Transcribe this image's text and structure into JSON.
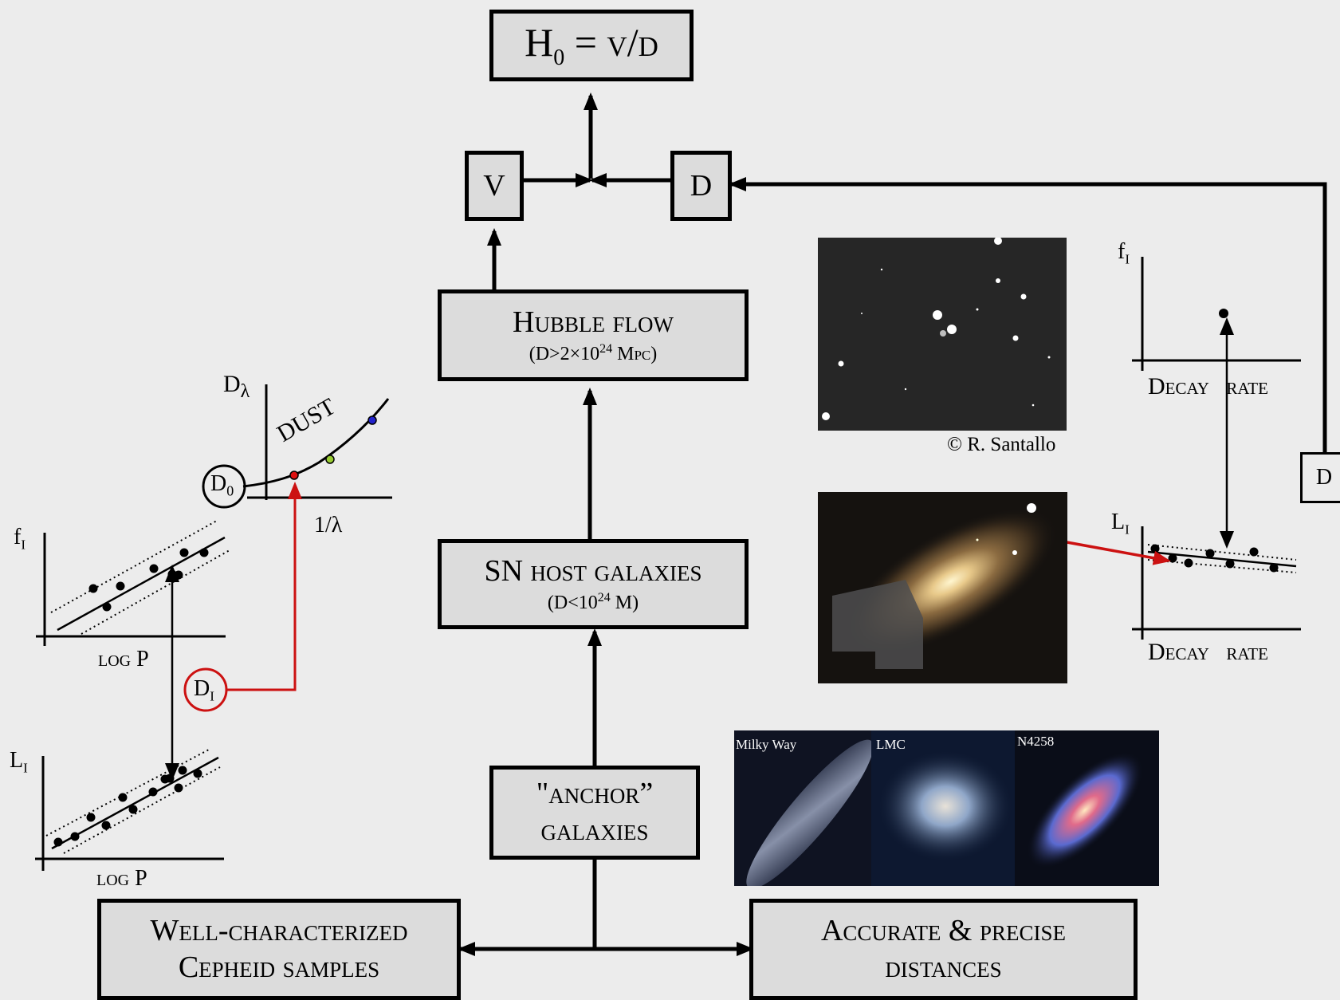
{
  "boxes": {
    "h0": {
      "base": "H",
      "sub": "0",
      "rest": " = v/d"
    },
    "v": "V",
    "d": "D",
    "d_small": "D",
    "hubble": {
      "title": "Hubble flow",
      "sub_pre": "(D>2×10",
      "sub_sup": "24",
      "sub_post": " Mpc)"
    },
    "sn": {
      "title": "SN host galaxies",
      "sub_pre": "(D<10",
      "sub_sup": "24",
      "sub_post": " M)"
    },
    "anchor": {
      "line1": "\"anchor”",
      "line2": "galaxies"
    },
    "cepheid": {
      "line1": "Well-characterized",
      "line2": "Cepheid samples"
    },
    "distances": {
      "line1": "Accurate & precise",
      "line2": "distances"
    }
  },
  "labels": {
    "d_lambda": {
      "base": "D",
      "sub": "λ"
    },
    "dust": "DUST",
    "inv_lambda": "1/λ",
    "d0": {
      "base": "D",
      "sub": "0"
    },
    "fi_left": {
      "base": "f",
      "sub": "I"
    },
    "logp_1": "log P",
    "di": {
      "base": "D",
      "sub": "I"
    },
    "li_left": {
      "base": "L",
      "sub": "I"
    },
    "logp_2": "log P",
    "fi_right": {
      "base": "f",
      "sub": "I"
    },
    "decay_rate_1": "Decay rate",
    "li_right": {
      "base": "L",
      "sub": "I"
    },
    "decay_rate_2": "Decay rate",
    "credit": "© R. Santallo"
  },
  "photos": {
    "anchors": [
      "Milky Way",
      "LMC",
      "N4258"
    ]
  },
  "colors": {
    "highlight": "#cc1111",
    "dust_red": "#d11",
    "dust_green": "#9c3",
    "dust_blue": "#22c"
  }
}
